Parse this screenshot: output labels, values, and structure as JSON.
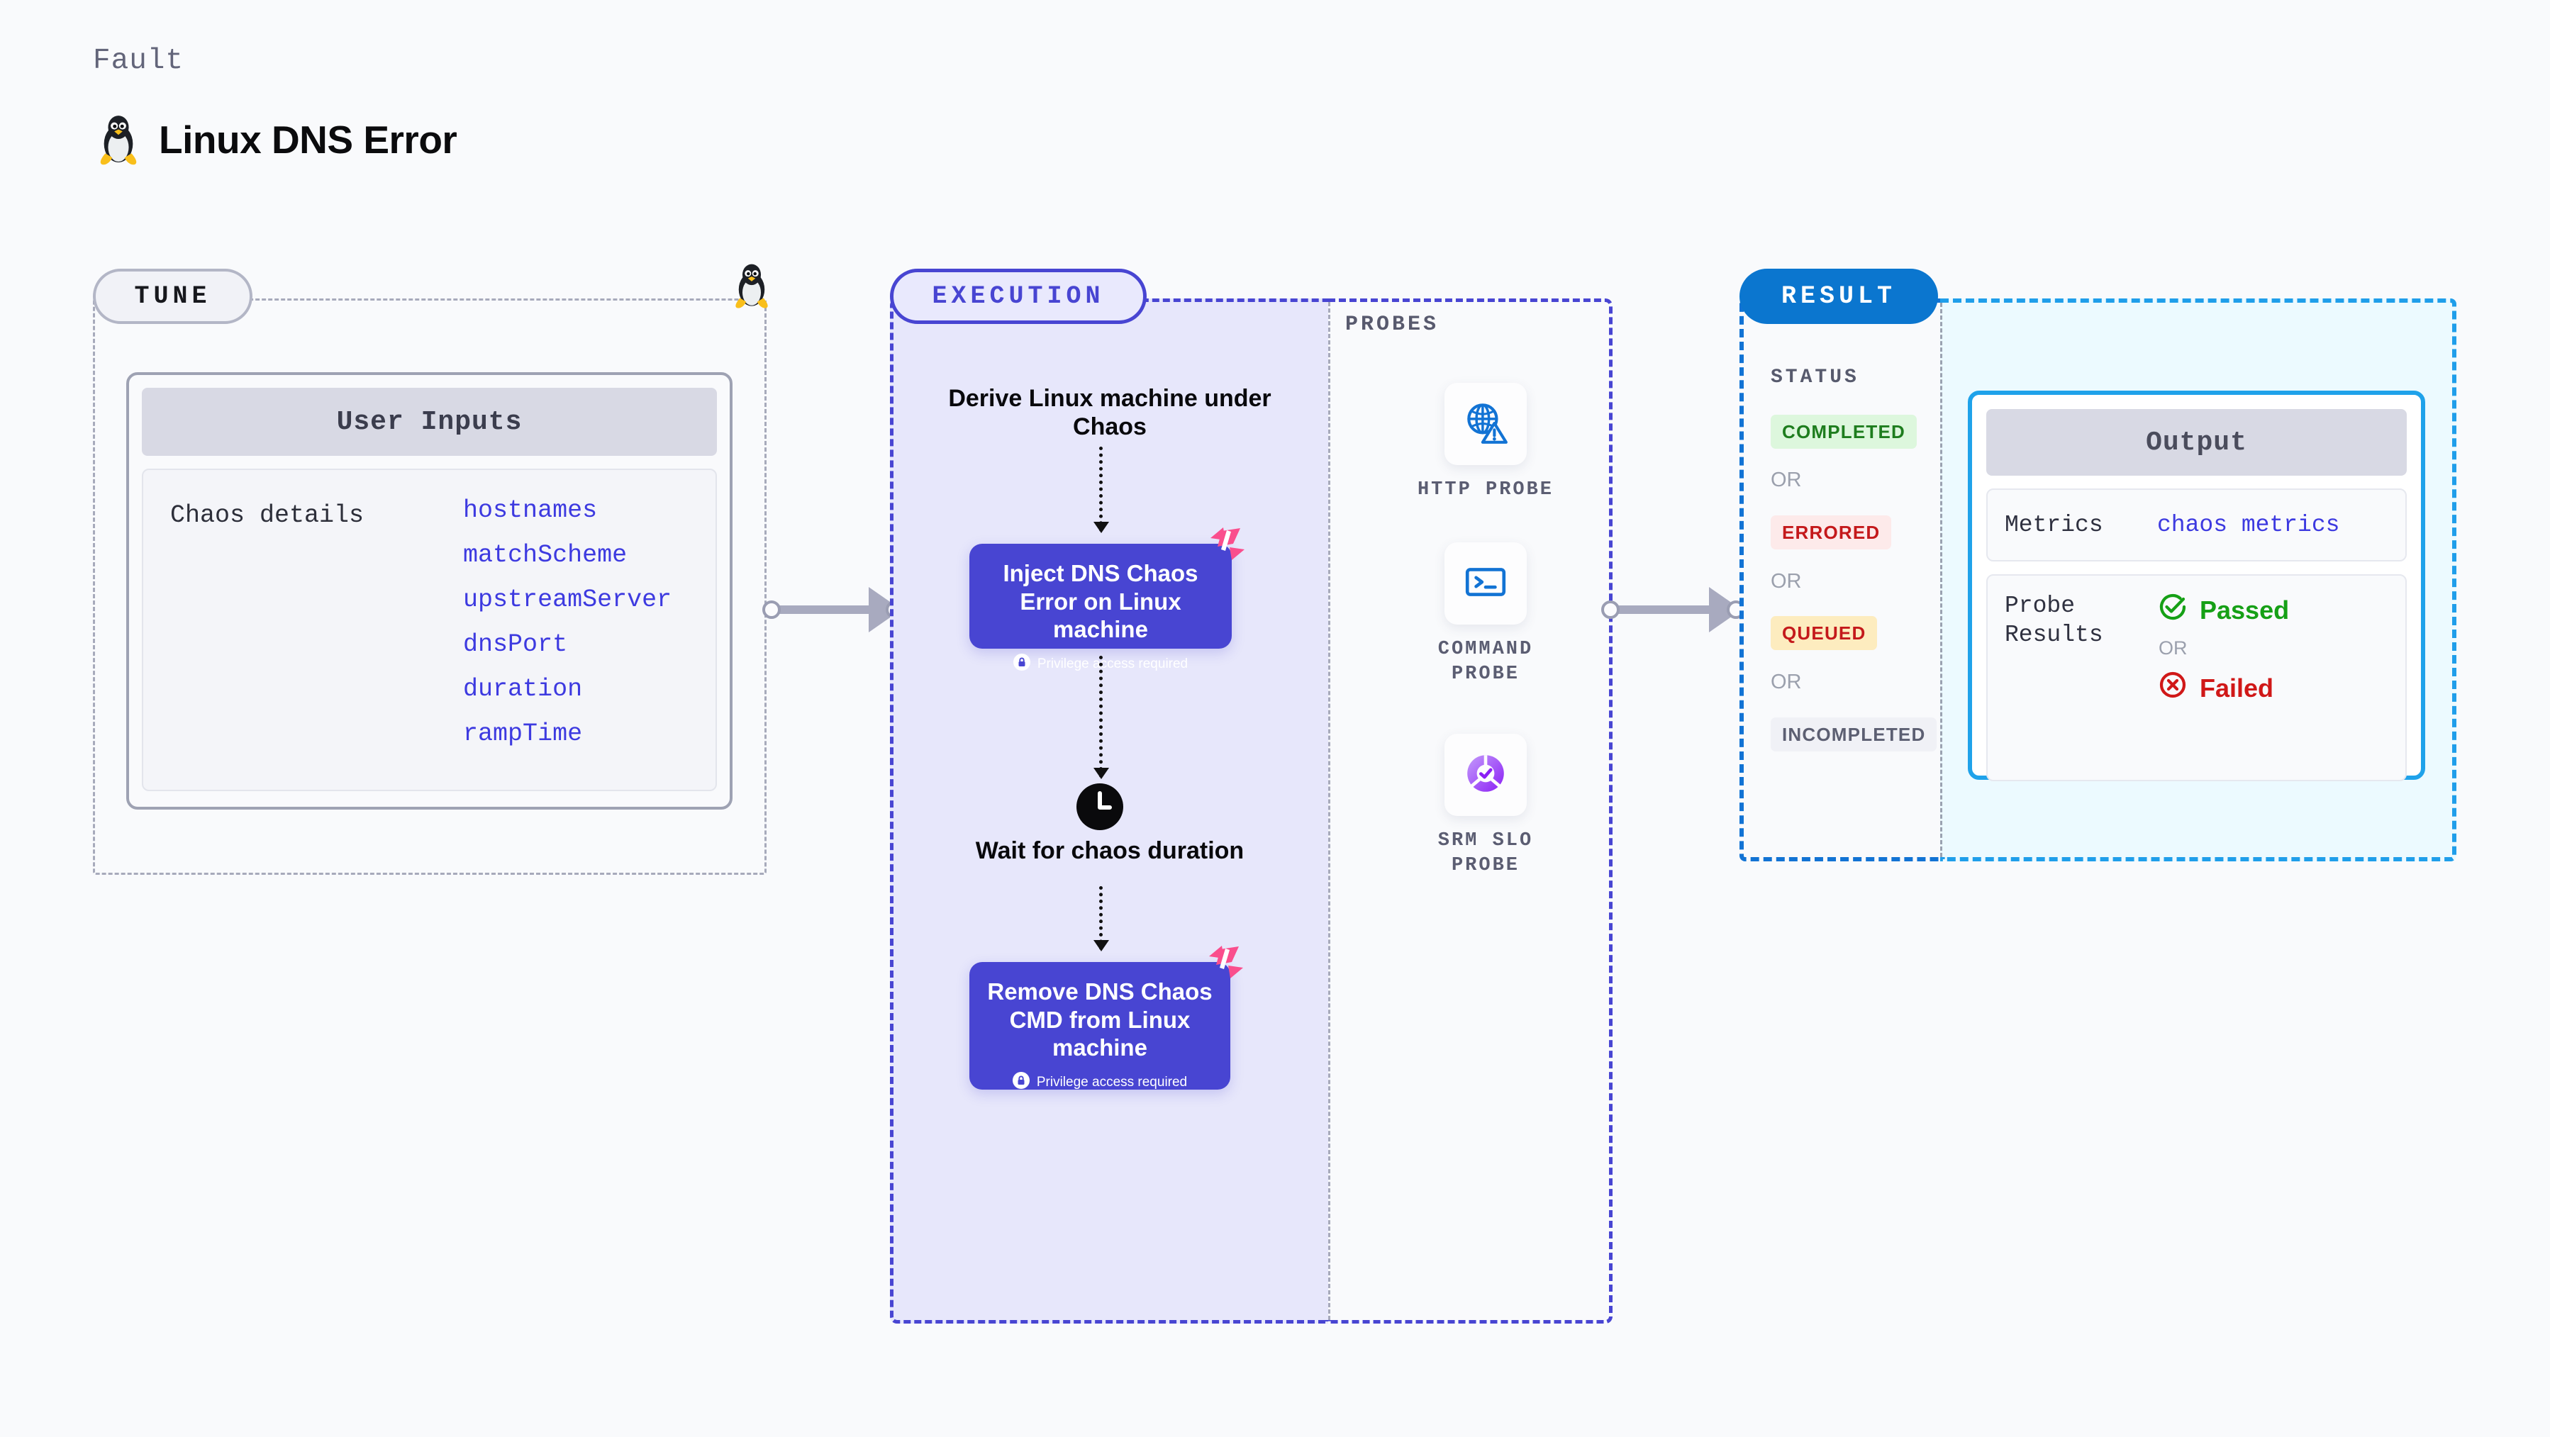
{
  "header": {
    "kicker": "Fault",
    "title": "Linux DNS Error",
    "icon": "linux-penguin-icon"
  },
  "tune": {
    "pill_label": "TUNE",
    "penguin_icon": "linux-penguin-icon",
    "card": {
      "header": "User Inputs",
      "section_label": "Chaos details",
      "params": [
        "hostnames",
        "matchScheme",
        "upstreamServer",
        "dnsPort",
        "duration",
        "rampTime"
      ]
    }
  },
  "execution": {
    "pill_label": "EXECUTION",
    "steps": [
      {
        "kind": "caption",
        "label": "Derive Linux machine under Chaos"
      },
      {
        "kind": "action",
        "label": "Inject DNS Chaos Error on Linux machine",
        "note": "Privilege access required",
        "badge": "harness-logo-icon"
      },
      {
        "kind": "wait",
        "label": "Wait for chaos duration",
        "icon": "clock-icon"
      },
      {
        "kind": "action",
        "label": "Remove DNS Chaos CMD from Linux machine",
        "note": "Privilege access required",
        "badge": "harness-logo-icon"
      }
    ]
  },
  "probes": {
    "section_label": "PROBES",
    "items": [
      {
        "label": "HTTP PROBE",
        "icon": "globe-warning-icon"
      },
      {
        "label": "COMMAND PROBE",
        "icon": "terminal-prompt-icon"
      },
      {
        "label": "SRM SLO PROBE",
        "icon": "slo-donut-check-icon"
      }
    ]
  },
  "result": {
    "pill_label": "RESULT",
    "status_label": "STATUS",
    "or_label": "OR",
    "statuses": [
      {
        "label": "COMPLETED",
        "bg": "#ddf7dd",
        "fg": "#1e7d1e"
      },
      {
        "label": "ERRORED",
        "bg": "#fdeaea",
        "fg": "#c4191b"
      },
      {
        "label": "QUEUED",
        "bg": "#fdecbf",
        "fg": "#c4191b"
      },
      {
        "label": "INCOMPLETED",
        "bg": "#f0f1f6",
        "fg": "#5c5f72"
      }
    ],
    "output": {
      "header": "Output",
      "metrics_key": "Metrics",
      "metrics_value": "chaos metrics",
      "probe_results_key": "Probe\nResults",
      "passed_label": "Passed",
      "failed_label": "Failed",
      "or_label": "OR",
      "passed_icon": "check-circle-icon",
      "failed_icon": "x-circle-icon"
    }
  },
  "colors": {
    "background": "#f9fafc",
    "tune_border": "#a7aabb",
    "execution_accent": "#4845d2",
    "execution_fill": "#e7e7fb",
    "result_accent": "#1273d4",
    "result_fill": "#ecfaff",
    "param_text": "#3d3ae0",
    "harness_pink": "#fa4e8d"
  }
}
